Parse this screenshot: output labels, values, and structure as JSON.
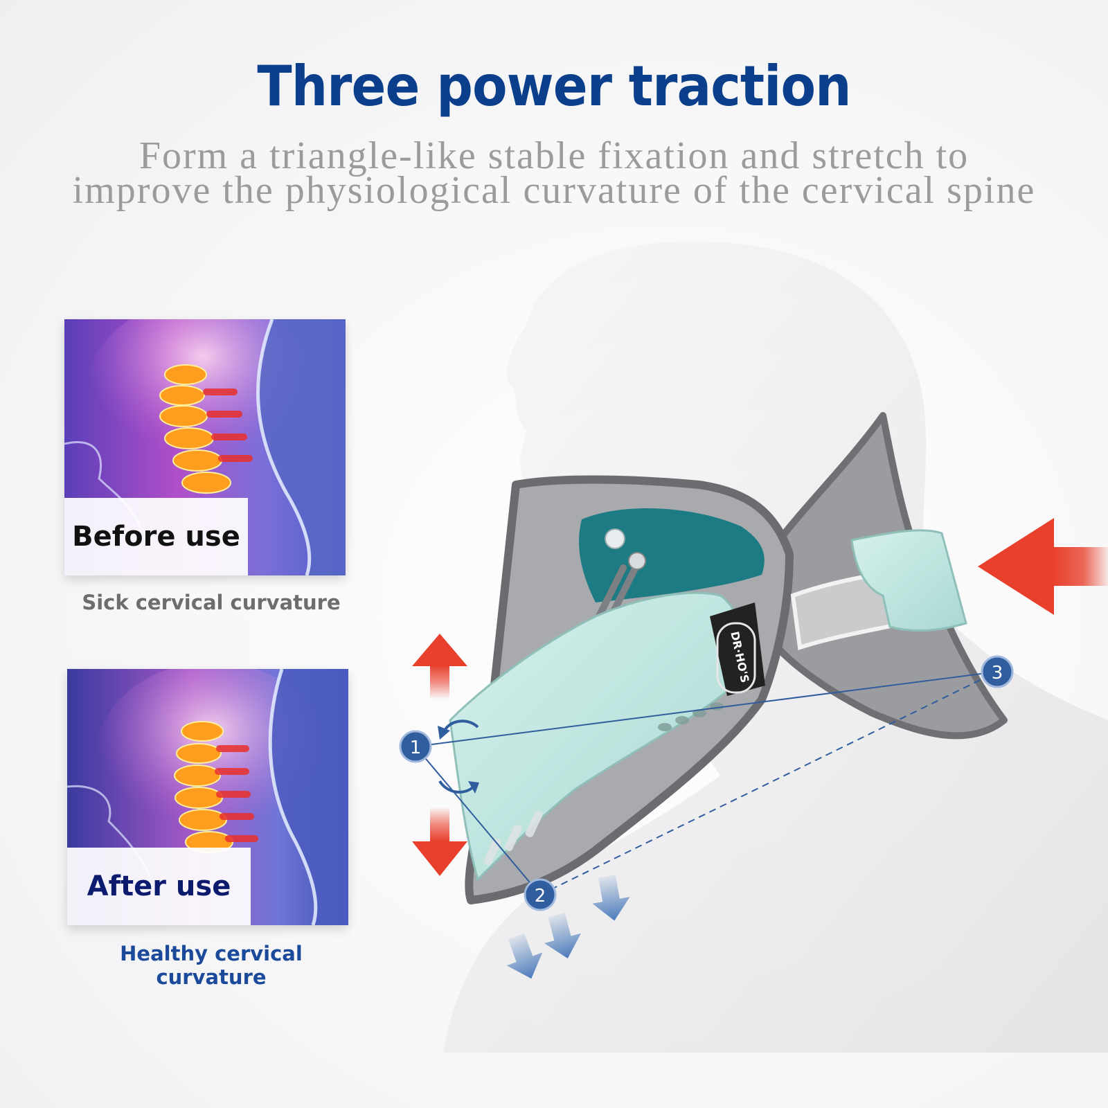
{
  "title": "Three power traction",
  "subtitle": {
    "line1": "Form a triangle-like stable fixation and stretch to",
    "line2": "improve the physiological curvature of the cervical spine"
  },
  "before": {
    "label": "Before use",
    "caption": "Sick cervical curvature"
  },
  "after": {
    "label": "After use",
    "caption": "Healthy cervical curvature"
  },
  "brace": {
    "brand": "DR·HO'S"
  },
  "points": [
    "1",
    "2",
    "3"
  ],
  "colors": {
    "title": "#0b3f8c",
    "subtitle": "#9b9b9b",
    "caption_before": "#6d6d6d",
    "caption_after": "#1c4a9b",
    "arrow_red": "#e8402c",
    "arrow_blue": "#3b6fb6",
    "brace_mint": "#bfe6e1",
    "brace_teal": "#1d7b84",
    "brace_gray": "#8d8f92"
  },
  "icons": [
    "up-arrow-icon",
    "down-arrow-icon",
    "push-arrow-icon",
    "rotate-arrow-icon",
    "diagonal-arrow-icon"
  ]
}
